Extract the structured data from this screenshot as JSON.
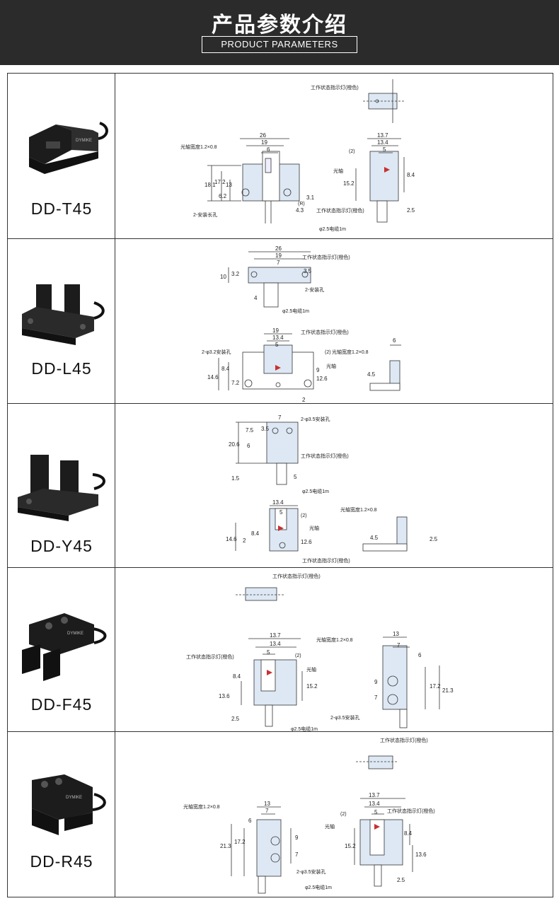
{
  "header": {
    "title": "产品参数介绍",
    "subtitle": "PRODUCT PARAMETERS"
  },
  "rows": [
    {
      "model": "DD-T45"
    },
    {
      "model": "DD-L45"
    },
    {
      "model": "DD-Y45"
    },
    {
      "model": "DD-F45"
    },
    {
      "model": "DD-R45"
    }
  ],
  "labels": {
    "indicator": "工作状态指示灯(橙色)",
    "axis_width": "光轴宽度1.2×0.8",
    "optical_axis": "光轴",
    "cable": "φ2.5电缆1m",
    "cable_short": "φ2.5电缆1m",
    "mount_slot": "2-安装长孔",
    "mount_hole": "2-安装孔",
    "mount_32": "2-φ3.2安装孔",
    "mount_35": "2-φ3.5安装孔",
    "r": "(R)",
    "two": "(2)"
  }
}
